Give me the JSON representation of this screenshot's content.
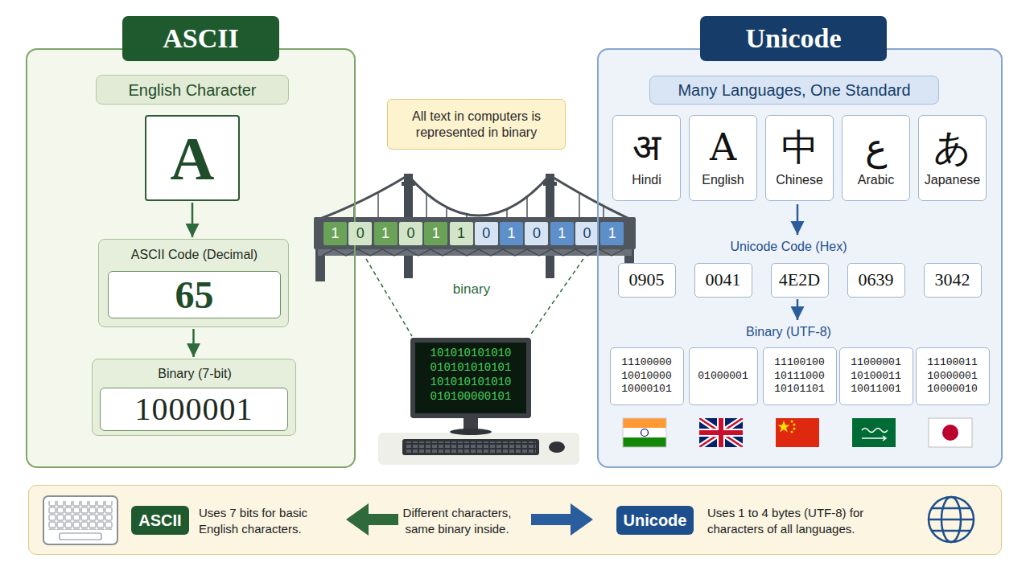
{
  "diagram": {
    "nodes": [
      {
        "text": [
          "ASCII"
        ]
      },
      {
        "text": [
          "English Character"
        ],
        "in": 0
      },
      {
        "text": [
          "A"
        ],
        "in": 0
      },
      {
        "text": [
          "ASCII Code (Decimal)"
        ],
        "in": 0
      },
      {
        "text": [
          "65"
        ],
        "in": 3
      },
      {
        "text": [
          "Binary (7-bit)"
        ],
        "in": 0
      },
      {
        "text": [
          "1000001"
        ],
        "in": 5
      },
      {
        "text": [
          "All text in computers is represented in binary"
        ]
      },
      {
        "text": [
          "1"
        ]
      },
      {
        "text": [
          "0"
        ]
      },
      {
        "text": [
          "1"
        ]
      },
      {
        "text": [
          "0"
        ]
      },
      {
        "text": [
          "1"
        ]
      },
      {
        "text": [
          "1"
        ]
      },
      {
        "text": [
          "0"
        ]
      },
      {
        "text": [
          "1"
        ]
      },
      {
        "text": [
          "0"
        ]
      },
      {
        "text": [
          "1"
        ]
      },
      {
        "text": [
          "0"
        ]
      },
      {
        "text": [
          "1"
        ]
      },
      {
        "text": [
          "Unicode"
        ]
      },
      {
        "text": [
          "Many Languages, One Standard"
        ],
        "in": 20
      },
      {
        "text": [
          "अ",
          "Hindi"
        ],
        "in": 20
      },
      {
        "text": [
          "A",
          "English"
        ],
        "in": 20
      },
      {
        "text": [
          "中",
          "Chinese"
        ],
        "in": 20
      },
      {
        "text": [
          "ع",
          "Arabic"
        ],
        "in": 20
      },
      {
        "text": [
          "あ",
          "Japanese"
        ],
        "in": 20
      },
      {
        "text": [
          "0905"
        ],
        "in": 20
      },
      {
        "text": [
          "0041"
        ],
        "in": 20
      },
      {
        "text": [
          "4E2D"
        ],
        "in": 20
      },
      {
        "text": [
          "0639"
        ],
        "in": 20
      },
      {
        "text": [
          "3042"
        ],
        "in": 20
      },
      {
        "text": [
          "11100000 10010000 10000101"
        ],
        "in": 20
      },
      {
        "text": [
          "01000001"
        ],
        "in": 20
      },
      {
        "text": [
          "11100100 10111000 10101101"
        ],
        "in": 20
      },
      {
        "text": [
          "11000001 10100011 10011001"
        ],
        "in": 20
      },
      {
        "text": [
          "11100011 10000001 10000010"
        ],
        "in": 20
      },
      {
        "text": [
          "Uses 7 bits for basic English characters.",
          "Different characters, same binary inside.",
          "Uses 1 to 4 bytes (UTF-8) for characters of all languages."
        ]
      },
      {
        "text": [
          "ASCII"
        ],
        "in": 37
      },
      {
        "text": [
          "Unicode"
        ],
        "in": 37
      }
    ],
    "edges": [
      {
        "from": 2,
        "to": 3,
        "arrow": "to"
      },
      {
        "from": 3,
        "to": 5,
        "arrow": "to"
      }
    ],
    "labels": [
      "binary",
      "Unicode Code (Hex)",
      "Binary (UTF-8)",
      "101010101010",
      "010101010101",
      "101010101010",
      "010100000101"
    ]
  }
}
